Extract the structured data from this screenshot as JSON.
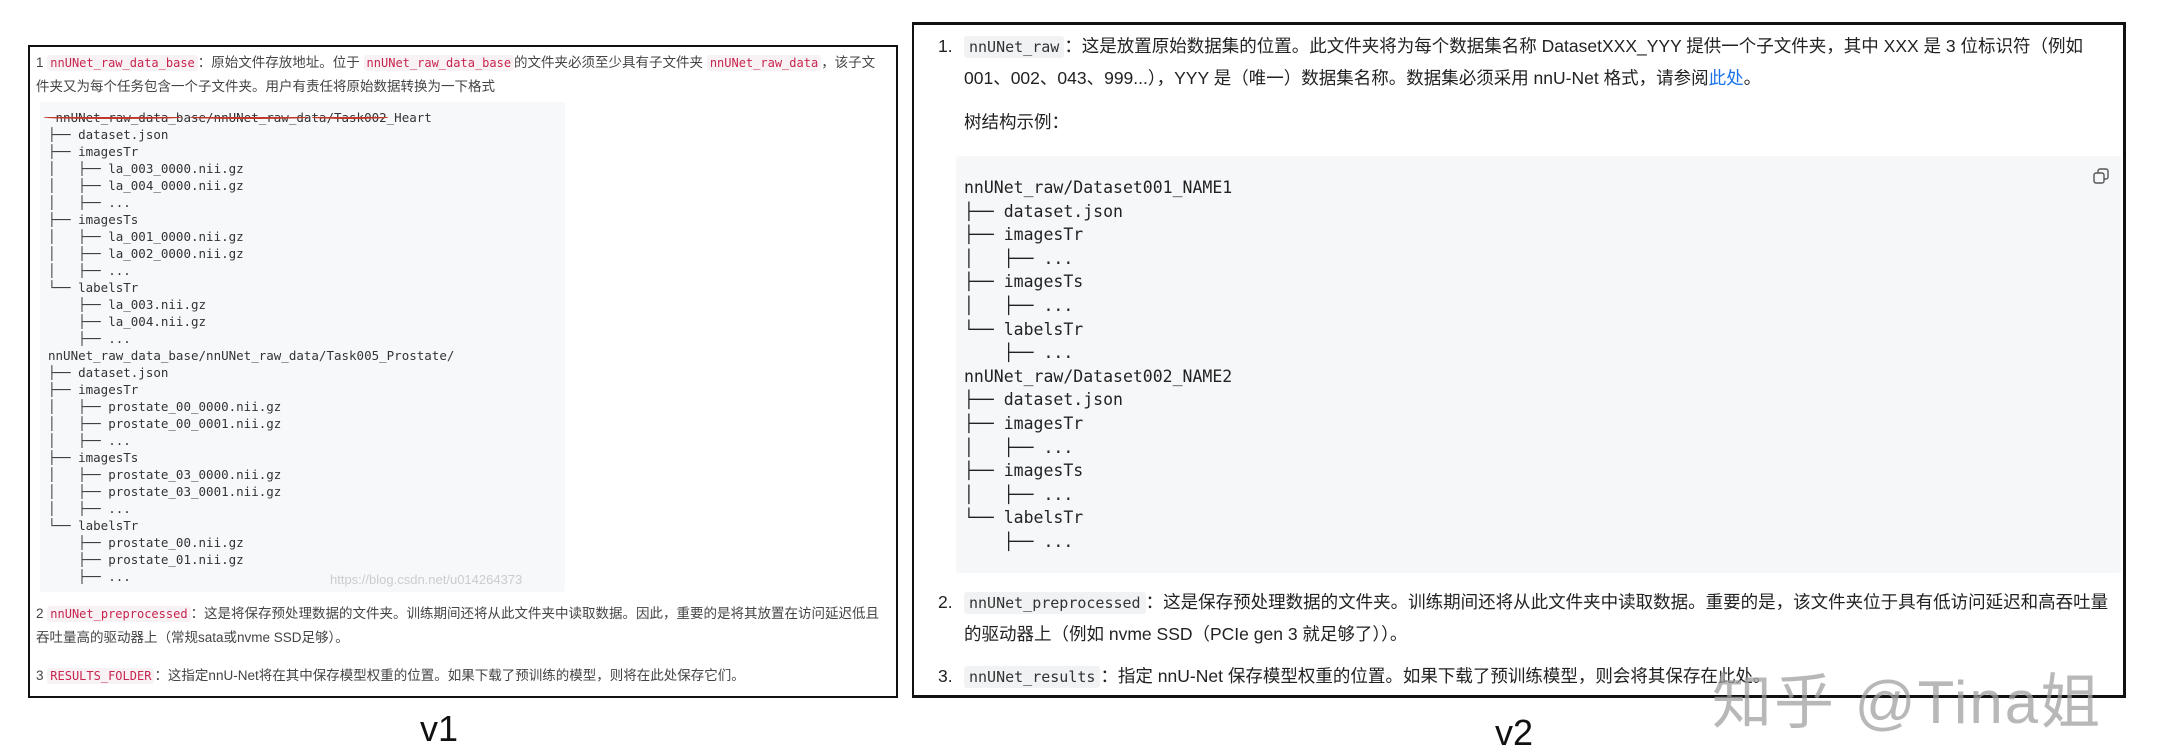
{
  "v1": {
    "label": "v1",
    "item1": {
      "num": "1",
      "code": "nnUNet_raw_data_base",
      "t1": "：原始文件存放地址。位于",
      "code2": "nnUNet_raw_data_base",
      "t2": "的文件夹必须至少具有子文件夹",
      "code3": "nnUNet_raw_data",
      "t3": "，该子文件夹又为每个任务包含一个子文件夹。用户有责任将原始数据转换为一下格式"
    },
    "tree": [
      " nnUNet_raw_data_base/nnUNet_raw_data/Task002_Heart",
      "├── dataset.json",
      "├── imagesTr",
      "│   ├── la_003_0000.nii.gz",
      "│   ├── la_004_0000.nii.gz",
      "│   ├── ...",
      "├── imagesTs",
      "│   ├── la_001_0000.nii.gz",
      "│   ├── la_002_0000.nii.gz",
      "│   ├── ...",
      "└── labelsTr",
      "    ├── la_003.nii.gz",
      "    ├── la_004.nii.gz",
      "    ├── ...",
      "nnUNet_raw_data_base/nnUNet_raw_data/Task005_Prostate/",
      "├── dataset.json",
      "├── imagesTr",
      "│   ├── prostate_00_0000.nii.gz",
      "│   ├── prostate_00_0001.nii.gz",
      "│   ├── ...",
      "├── imagesTs",
      "│   ├── prostate_03_0000.nii.gz",
      "│   ├── prostate_03_0001.nii.gz",
      "│   ├── ...",
      "└── labelsTr",
      "    ├── prostate_00.nii.gz",
      "    ├── prostate_01.nii.gz",
      "    ├── ..."
    ],
    "watermark": "https://blog.csdn.net/u014264373",
    "item2": {
      "num": "2",
      "code": "nnUNet_preprocessed",
      "text": "：这是将保存预处理数据的文件夹。训练期间还将从此文件夹中读取数据。因此，重要的是将其放置在访问延迟低且吞吐量高的驱动器上（常规sata或nvme SSD足够）。"
    },
    "item3": {
      "num": "3",
      "code": "RESULTS_FOLDER",
      "text": "：这指定nnU-Net将在其中保存模型权重的位置。如果下载了预训练的模型，则将在此处保存它们。"
    }
  },
  "v2": {
    "label": "v2",
    "item1": {
      "num": "1.",
      "code": "nnUNet_raw",
      "text": "：这是放置原始数据集的位置。此文件夹将为每个数据集名称 DatasetXXX_YYY 提供一个子文件夹，其中 XXX 是 3 位标识符（例如 001、002、043、999...），YYY 是（唯一）数据集名称。数据集必须采用 nnU-Net 格式，请参阅",
      "link": "此处",
      "end": "。"
    },
    "tree_caption": "树结构示例：",
    "tree": [
      "nnUNet_raw/Dataset001_NAME1",
      "├── dataset.json",
      "├── imagesTr",
      "│   ├── ...",
      "├── imagesTs",
      "│   ├── ...",
      "└── labelsTr",
      "    ├── ...",
      "nnUNet_raw/Dataset002_NAME2",
      "├── dataset.json",
      "├── imagesTr",
      "│   ├── ...",
      "├── imagesTs",
      "│   ├── ...",
      "└── labelsTr",
      "    ├── ..."
    ],
    "copy_icon": "copy-icon",
    "item2": {
      "num": "2.",
      "code": "nnUNet_preprocessed",
      "text": "：这是保存预处理数据的文件夹。训练期间还将从此文件夹中读取数据。重要的是，该文件夹位于具有低访问延迟和高吞吐量的驱动器上（例如 nvme SSD（PCIe gen 3 就足够了））。"
    },
    "item3": {
      "num": "3.",
      "code": "nnUNet_results",
      "text": "：指定 nnU-Net 保存模型权重的位置。如果下载了预训练模型，则会将其保存在此处。"
    }
  },
  "watermark": "知乎 @Tina姐",
  "colors": {
    "inline_code_v1": "#c7254e",
    "link": "#1a73e8",
    "underline": "#c0392b"
  }
}
